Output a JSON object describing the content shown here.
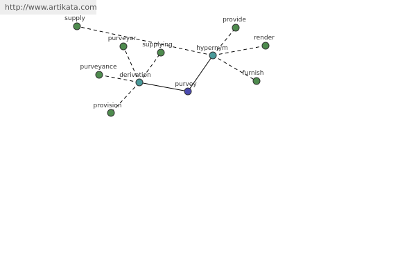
{
  "watermark": "http://www.artikata.com",
  "colors": {
    "leaf": "#4e8b4e",
    "hub": "#4a9a9a",
    "center": "#4b4bb0",
    "edge": "#000000",
    "text": "#333333"
  },
  "nodes": {
    "purvey": "purvey",
    "derivation": "derivation",
    "hypernym": "hypernym",
    "supply": "supply",
    "purveyor": "purveyor",
    "supplying": "supplying",
    "purveyance": "purveyance",
    "provision": "provision",
    "provide": "provide",
    "render": "render",
    "furnish": "furnish"
  }
}
